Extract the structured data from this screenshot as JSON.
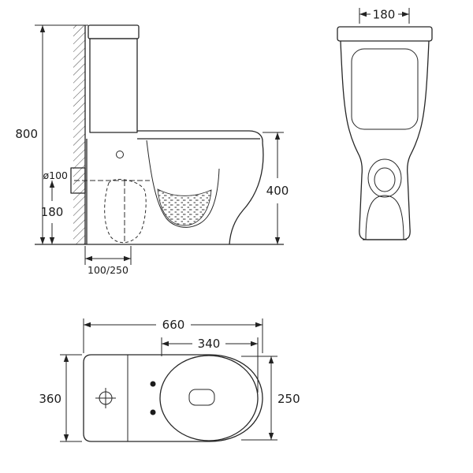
{
  "drawing": {
    "side_view": {
      "overall_height": "800",
      "outlet_diameter": "ø100",
      "outlet_center_height": "180",
      "setout": "100/250",
      "rim_height": "400"
    },
    "front_view": {
      "cistern_top_width": "180"
    },
    "plan_view": {
      "overall_length": "660",
      "seat_length": "340",
      "overall_width": "360",
      "seat_width": "250"
    }
  }
}
